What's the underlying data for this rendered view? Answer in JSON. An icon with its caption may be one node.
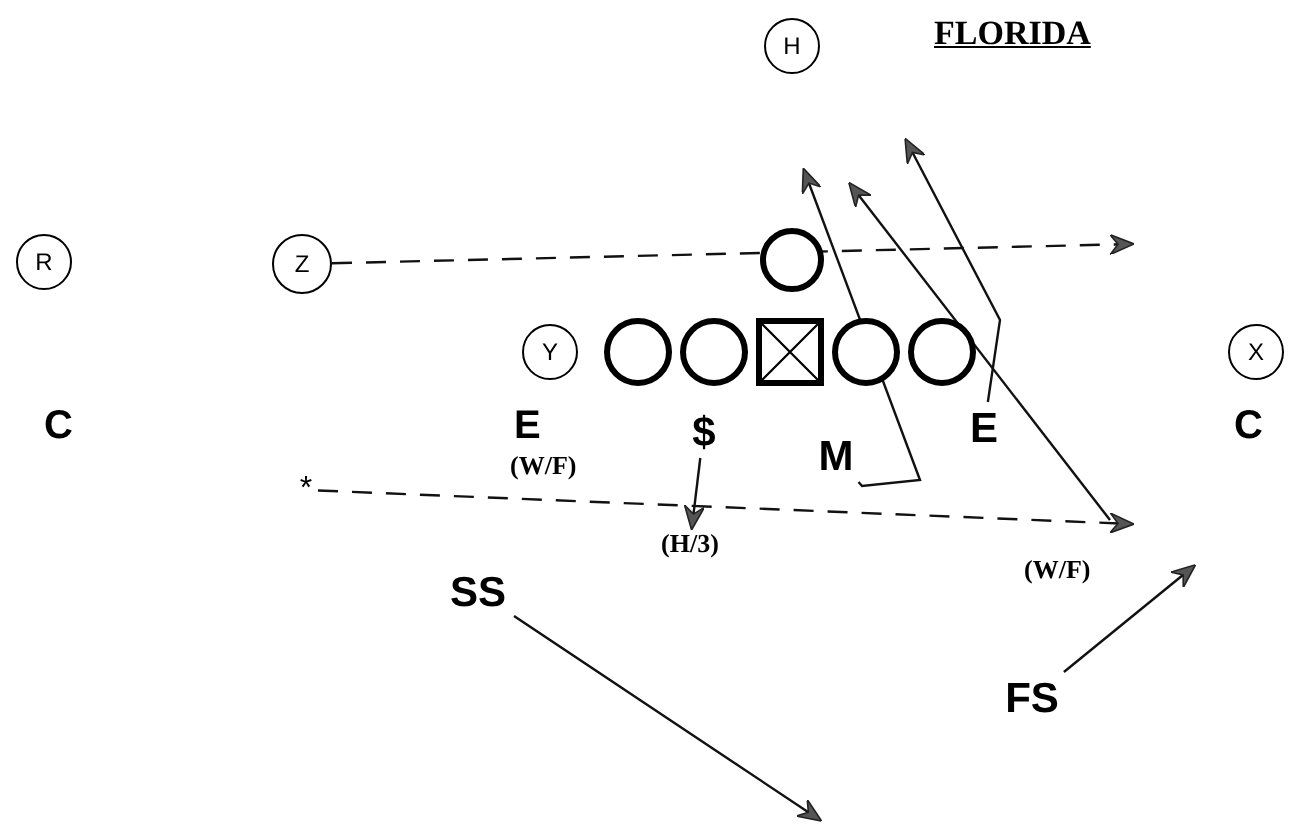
{
  "diagram": {
    "nodes": [
      {
        "text": [
          "H"
        ]
      },
      {
        "text": [
          "R"
        ]
      },
      {
        "text": [
          "Z"
        ]
      },
      {
        "text": [],
        "shape": "circle"
      },
      {
        "text": [
          "Y"
        ]
      },
      {
        "text": [],
        "shape": "circle"
      },
      {
        "text": [],
        "shape": "circle"
      },
      {
        "text": [],
        "shape": "box"
      },
      {
        "text": [],
        "shape": "circle"
      },
      {
        "text": [],
        "shape": "circle"
      },
      {
        "text": [
          "X"
        ]
      },
      {
        "text": [
          "$"
        ]
      },
      {
        "text": [
          "M"
        ]
      },
      {
        "text": [
          "E"
        ]
      },
      {
        "text": [
          "*"
        ]
      },
      {
        "text": [
          "SS"
        ]
      },
      {
        "text": [
          "FS"
        ]
      },
      {
        "text": [
          "(H/3)"
        ]
      }
    ],
    "edges": [
      {
        "from": 2,
        "to": null,
        "arrow": "to",
        "style": "dashed"
      },
      {
        "from": 14,
        "to": null,
        "arrow": "to",
        "style": "dashed"
      },
      {
        "from": 11,
        "to": 17,
        "arrow": "to"
      },
      {
        "from": 12,
        "to": null,
        "arrow": "to"
      },
      {
        "from": 13,
        "to": null,
        "arrow": "to"
      },
      {
        "from": 15,
        "to": null,
        "arrow": "to"
      },
      {
        "from": 16,
        "to": null,
        "arrow": "to"
      }
    ],
    "labels": [
      "FLORIDA",
      "C",
      "E",
      "(W/F)",
      "C",
      "(W/F)"
    ]
  }
}
